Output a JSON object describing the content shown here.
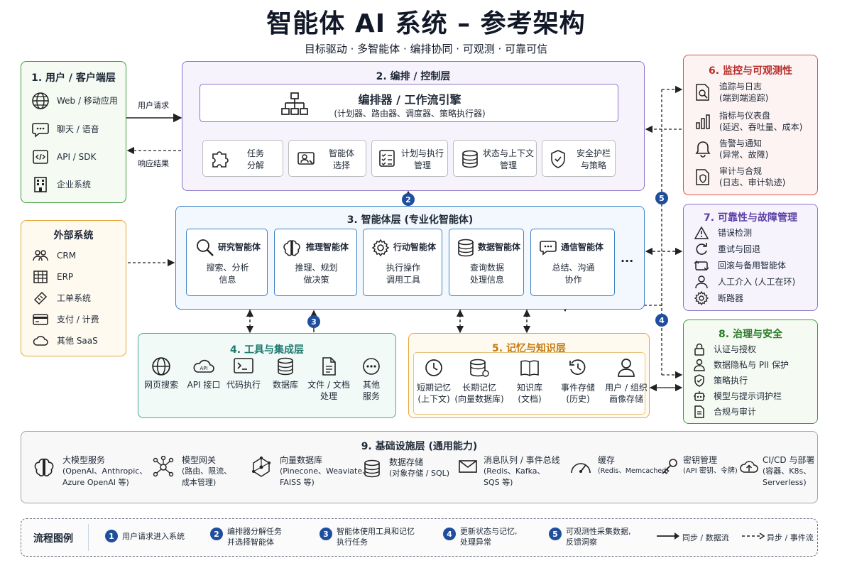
{
  "header": {
    "title": "智能体 AI 系统 – 参考架构",
    "subtitle": "目标驱动 · 多智能体 · 编排协同 · 可观测 · 可靠可信"
  },
  "colors": {
    "green": "#3c9a3a",
    "purple": "#8b74c9",
    "blue": "#3f83c4",
    "orange": "#e5a63a",
    "red": "#d9534f",
    "gray": "#9ca3af",
    "badge": "#1f4e9c"
  },
  "client_layer": {
    "title": "1. 用户 / 客户端层",
    "items": [
      {
        "icon": "globe-icon",
        "label": "Web / 移动应用"
      },
      {
        "icon": "chat-icon",
        "label": "聊天 / 语音"
      },
      {
        "icon": "code-icon",
        "label": "API / SDK"
      },
      {
        "icon": "building-icon",
        "label": "企业系统"
      }
    ]
  },
  "flow_labels": {
    "request": "用户请求",
    "response": "响应结果"
  },
  "external_systems": {
    "title": "外部系统",
    "items": [
      {
        "icon": "users-icon",
        "label": "CRM"
      },
      {
        "icon": "grid-icon",
        "label": "ERP"
      },
      {
        "icon": "ticket-icon",
        "label": "工单系统"
      },
      {
        "icon": "card-icon",
        "label": "支付 / 计费"
      },
      {
        "icon": "cloud-icon",
        "label": "其他 SaaS"
      }
    ]
  },
  "orchestration_layer": {
    "title": "2. 编排 / 控制层",
    "engine_title": "编排器 / 工作流引擎",
    "engine_sub": "(计划器、路由器、调度器、策略执行器)",
    "modules": [
      {
        "icon": "puzzle-icon",
        "line1": "任务",
        "line2": "分解"
      },
      {
        "icon": "agent-select-icon",
        "line1": "智能体",
        "line2": "选择"
      },
      {
        "icon": "checklist-icon",
        "line1": "计划与执行",
        "line2": "管理"
      },
      {
        "icon": "database-icon",
        "line1": "状态与上下文",
        "line2": "管理"
      },
      {
        "icon": "shield-icon",
        "line1": "安全护栏",
        "line2": "与策略"
      }
    ]
  },
  "agent_layer": {
    "title": "3. 智能体层 (专业化智能体)",
    "agents": [
      {
        "icon": "search-icon",
        "name": "研究智能体",
        "line1": "搜索、分析",
        "line2": "信息"
      },
      {
        "icon": "brain-icon",
        "name": "推理智能体",
        "line1": "推理、规划",
        "line2": "做决策"
      },
      {
        "icon": "gear-icon",
        "name": "行动智能体",
        "line1": "执行操作",
        "line2": "调用工具"
      },
      {
        "icon": "database-icon",
        "name": "数据智能体",
        "line1": "查询数据",
        "line2": "处理信息"
      },
      {
        "icon": "chat-icon",
        "name": "通信智能体",
        "line1": "总结、沟通",
        "line2": "协作"
      }
    ],
    "more": "..."
  },
  "tools_layer": {
    "title": "4. 工具与集成层",
    "tools": [
      {
        "icon": "globe-icon",
        "line1": "网页搜索",
        "line2": ""
      },
      {
        "icon": "api-cloud-icon",
        "line1": "API 接口",
        "line2": ""
      },
      {
        "icon": "terminal-icon",
        "line1": "代码执行",
        "line2": ""
      },
      {
        "icon": "database-icon",
        "line1": "数据库",
        "line2": ""
      },
      {
        "icon": "document-icon",
        "line1": "文件 / 文档",
        "line2": "处理"
      },
      {
        "icon": "more-icon",
        "line1": "其他",
        "line2": "服务"
      }
    ]
  },
  "memory_layer": {
    "title": "5. 记忆与知识层",
    "items": [
      {
        "icon": "clock-icon",
        "line1": "短期记忆",
        "line2": "(上下文)"
      },
      {
        "icon": "vector-db-icon",
        "line1": "长期记忆",
        "line2": "(向量数据库)"
      },
      {
        "icon": "book-icon",
        "line1": "知识库",
        "line2": "(文档)"
      },
      {
        "icon": "history-icon",
        "line1": "事件存储",
        "line2": "(历史)"
      },
      {
        "icon": "user-icon",
        "line1": "用户 / 组织",
        "line2": "画像存储"
      }
    ]
  },
  "monitoring_layer": {
    "title": "6. 监控与可观测性",
    "items": [
      {
        "icon": "trace-icon",
        "line1": "追踪与日志",
        "line2": "(端到端追踪)"
      },
      {
        "icon": "bar-chart-icon",
        "line1": "指标与仪表盘",
        "line2": "(延迟、吞吐量、成本)"
      },
      {
        "icon": "bell-icon",
        "line1": "告警与通知",
        "line2": "(异常、故障)"
      },
      {
        "icon": "audit-icon",
        "line1": "审计与合规",
        "line2": "(日志、审计轨迹)"
      }
    ]
  },
  "reliability_layer": {
    "title": "7. 可靠性与故障管理",
    "items": [
      {
        "icon": "warning-icon",
        "label": "错误检测"
      },
      {
        "icon": "retry-icon",
        "label": "重试与回退"
      },
      {
        "icon": "fallback-icon",
        "label": "回滚与备用智能体"
      },
      {
        "icon": "person-icon",
        "label": "人工介入 (人工在环)"
      },
      {
        "icon": "breaker-icon",
        "label": "断路器"
      }
    ]
  },
  "governance_layer": {
    "title": "8. 治理与安全",
    "items": [
      {
        "icon": "lock-icon",
        "label": "认证与授权"
      },
      {
        "icon": "privacy-icon",
        "label": "数据隐私与 PII 保护"
      },
      {
        "icon": "shield-check-icon",
        "label": "策略执行"
      },
      {
        "icon": "robot-icon",
        "label": "模型与提示词护栏"
      },
      {
        "icon": "file-icon",
        "label": "合规与审计"
      }
    ]
  },
  "infra_layer": {
    "title": "9. 基础设施层 (通用能力)",
    "items": [
      {
        "icon": "brain-icon",
        "line1": "大模型服务",
        "line2": "(OpenAI、Anthropic、",
        "line3": "Azure OpenAI 等)"
      },
      {
        "icon": "network-icon",
        "line1": "模型网关",
        "line2": "(路由、限流、",
        "line3": "成本管理)"
      },
      {
        "icon": "vector-net-icon",
        "line1": "向量数据库",
        "line2": "(Pinecone、Weaviate、",
        "line3": "FAISS 等)"
      },
      {
        "icon": "database-icon",
        "line1": "数据存储",
        "line2": "(对象存储 / SQL)",
        "line3": ""
      },
      {
        "icon": "mail-icon",
        "line1": "消息队列 / 事件总线",
        "line2": "(Redis、Kafka、",
        "line3": "SQS 等)"
      },
      {
        "icon": "gauge-icon",
        "line1": "缓存",
        "line2": "(Redis、Memcached)",
        "line3": ""
      },
      {
        "icon": "key-icon",
        "line1": "密钥管理",
        "line2": "(API 密钥、令牌)",
        "line3": ""
      },
      {
        "icon": "cloud-upload-icon",
        "line1": "CI/CD 与部署",
        "line2": "(容器、K8s、",
        "line3": "Serverless)"
      }
    ]
  },
  "legend": {
    "title": "流程图例",
    "steps": [
      {
        "num": "1",
        "line1": "用户请求进入系统",
        "line2": ""
      },
      {
        "num": "2",
        "line1": "编排器分解任务",
        "line2": "并选择智能体"
      },
      {
        "num": "3",
        "line1": "智能体使用工具和记忆",
        "line2": "执行任务"
      },
      {
        "num": "4",
        "line1": "更新状态与记忆,",
        "line2": "处理异常"
      },
      {
        "num": "5",
        "line1": "可观测性采集数据,",
        "line2": "反馈洞察"
      }
    ],
    "sync": "同步 / 数据流",
    "async": "异步 / 事件流"
  },
  "badges": [
    "1",
    "2",
    "3",
    "4",
    "5"
  ]
}
